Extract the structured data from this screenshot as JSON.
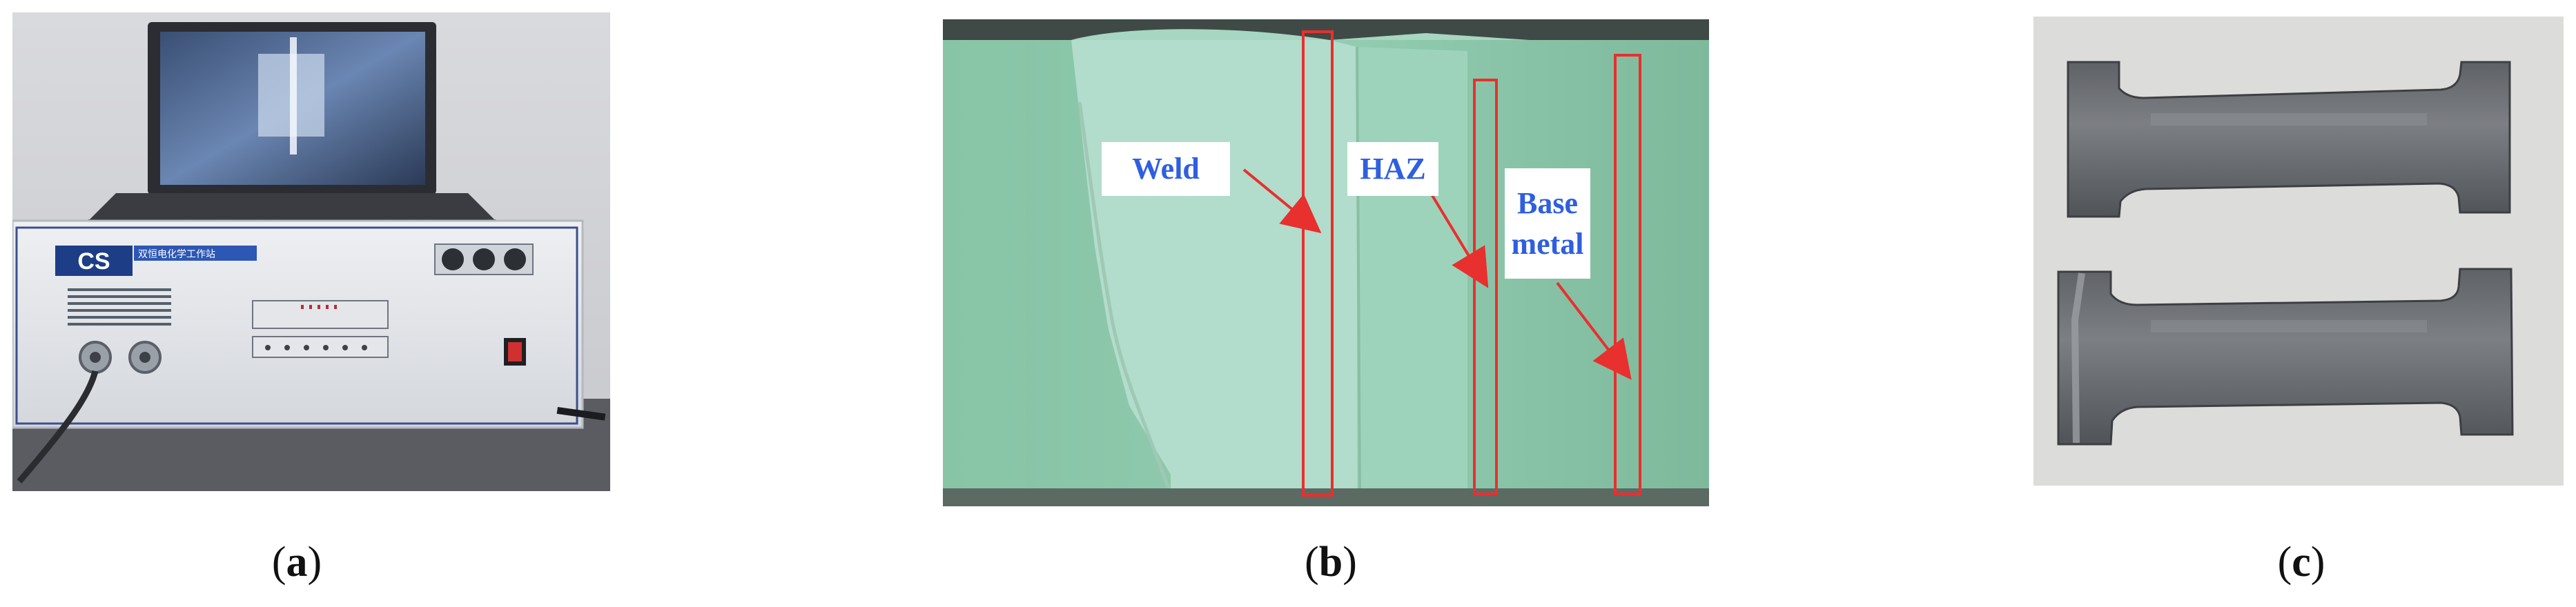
{
  "panels": {
    "a": {
      "caption_open": "(",
      "caption_letter": "a",
      "caption_close": ")",
      "device_brand": "CS",
      "device_title_cn": "双恒电化学工作站"
    },
    "b": {
      "caption_open": "(",
      "caption_letter": "b",
      "caption_close": ")",
      "labels": {
        "weld": "Weld",
        "haz": "HAZ",
        "base_line1": "Base",
        "base_line2": "metal"
      },
      "colors": {
        "label_text": "#2f5fe0",
        "highlight": "#e8302e",
        "specimen": "#8cc7ad"
      }
    },
    "c": {
      "caption_open": "(",
      "caption_letter": "c",
      "caption_close": ")"
    }
  }
}
